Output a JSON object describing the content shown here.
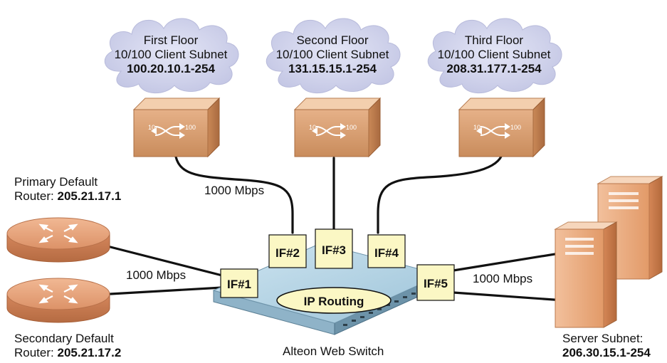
{
  "subnets": [
    {
      "floor": "First Floor",
      "type": "10/100 Client Subnet",
      "range": "100.20.10.1-254"
    },
    {
      "floor": "Second Floor",
      "type": "10/100 Client Subnet",
      "range": "131.15.15.1-254"
    },
    {
      "floor": "Third Floor",
      "type": "10/100 Client Subnet",
      "range": "208.31.177.1-254"
    }
  ],
  "floor_switch_label": {
    "left": "10",
    "right": "100"
  },
  "routers": {
    "primary": {
      "line1": "Primary Default",
      "line2_prefix": "Router: ",
      "ip": "205.21.17.1"
    },
    "secondary": {
      "line1": "Secondary Default",
      "line2_prefix": "Router: ",
      "ip": "205.21.17.2"
    }
  },
  "links": {
    "floors_speed": "1000 Mbps",
    "routers_speed": "1000 Mbps",
    "servers_speed": "1000 Mbps"
  },
  "interfaces": [
    "IF#1",
    "IF#2",
    "IF#3",
    "IF#4",
    "IF#5"
  ],
  "core": {
    "routing_label": "IP Routing",
    "switch_name": "Alteon Web Switch"
  },
  "servers": {
    "line1": "Server Subnet:",
    "range": "206.30.15.1-254"
  },
  "colors": {
    "cloud": "#d6d8ee",
    "cube_front": "#d49a6a",
    "cube_top": "#f0c7a2",
    "cube_side": "#b9784a",
    "interface_box": "#fbf7c4",
    "router": "#e09a72",
    "switch_top": "#b9d8e8",
    "server": "#e6a070",
    "cable": "#111111"
  },
  "icons": [
    "cloud-icon",
    "floor-switch-icon",
    "router-icon",
    "core-switch-icon",
    "server-icon"
  ]
}
